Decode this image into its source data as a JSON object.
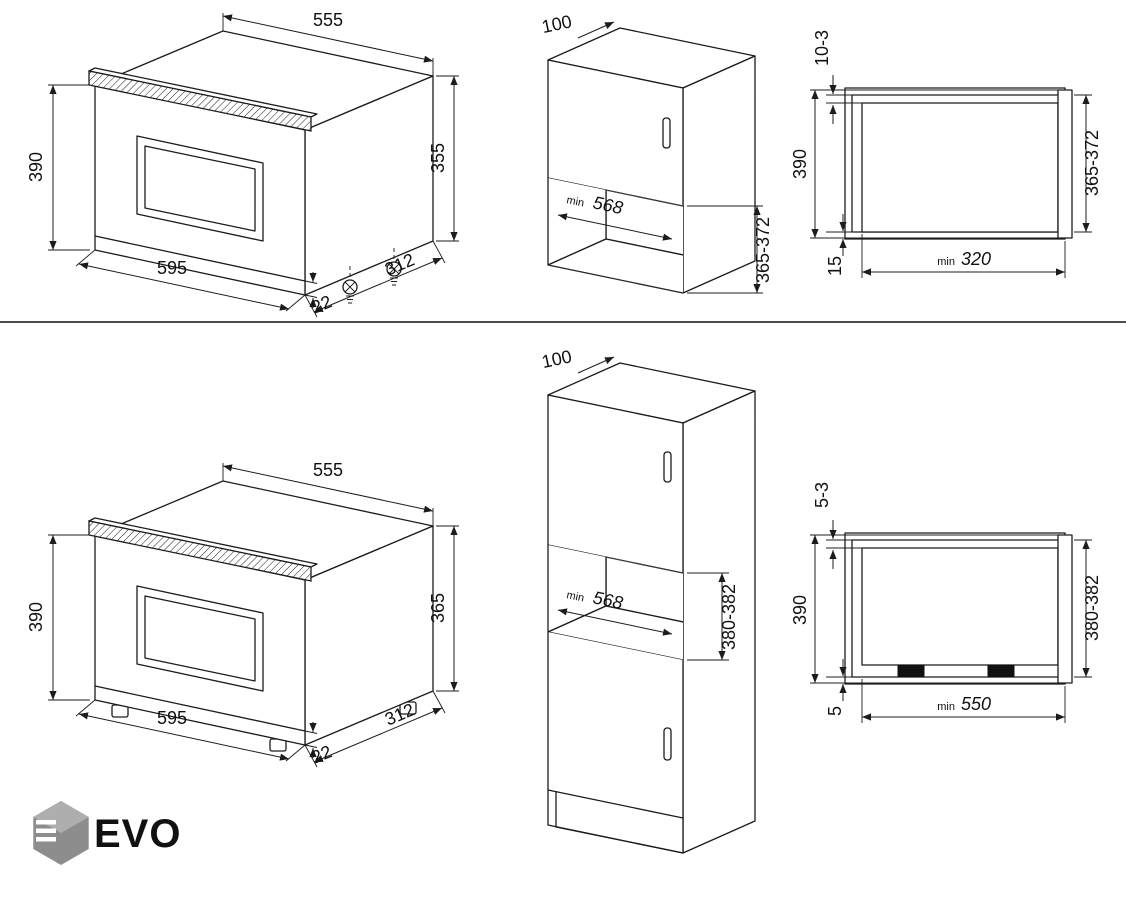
{
  "colors": {
    "line": "#1c1c1c",
    "logo": "#9a9a9a"
  },
  "labels": {
    "min": "min"
  },
  "logo": {
    "text": "EVO"
  },
  "top": {
    "oven": {
      "top_width": "555",
      "front_height": "390",
      "rear_height": "355",
      "front_width": "595",
      "depth": "312",
      "trim": "22"
    },
    "cabinet": {
      "top_clearance": "100",
      "niche_width": "568",
      "niche_height": "365-372"
    },
    "section": {
      "top_gap": "10-3",
      "front_height": "390",
      "bottom_overlap": "15",
      "niche_height": "365-372",
      "min_depth": "320"
    }
  },
  "bottom": {
    "oven": {
      "top_width": "555",
      "front_height": "390",
      "rear_height": "365",
      "front_width": "595",
      "depth": "312",
      "trim": "22"
    },
    "cabinet": {
      "top_clearance": "100",
      "niche_width": "568",
      "niche_height": "380-382"
    },
    "section": {
      "top_gap": "5-3",
      "front_height": "390",
      "bottom_overlap": "5",
      "niche_height": "380-382",
      "min_depth": "550"
    }
  }
}
